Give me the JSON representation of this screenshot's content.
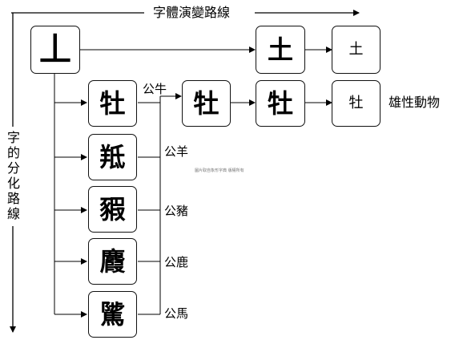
{
  "title": "字體演變路線",
  "side_label": "字的分化路線",
  "root": {
    "glyph": "丄"
  },
  "evolution": [
    {
      "glyph": "土"
    },
    {
      "glyph": "土"
    }
  ],
  "branches": [
    {
      "glyph": "牡",
      "label": "公牛"
    },
    {
      "glyph": "羝",
      "label": "公羊"
    },
    {
      "glyph": "豭",
      "label": "公豬"
    },
    {
      "glyph": "麚",
      "label": "公鹿"
    },
    {
      "glyph": "騭",
      "label": "公馬"
    }
  ],
  "ox_line": [
    {
      "glyph": "牡"
    },
    {
      "glyph": "牡"
    },
    {
      "glyph": "牡"
    }
  ],
  "ox_meaning": "雄性動物",
  "watermark": "圖片取自象形字典 版權所有"
}
